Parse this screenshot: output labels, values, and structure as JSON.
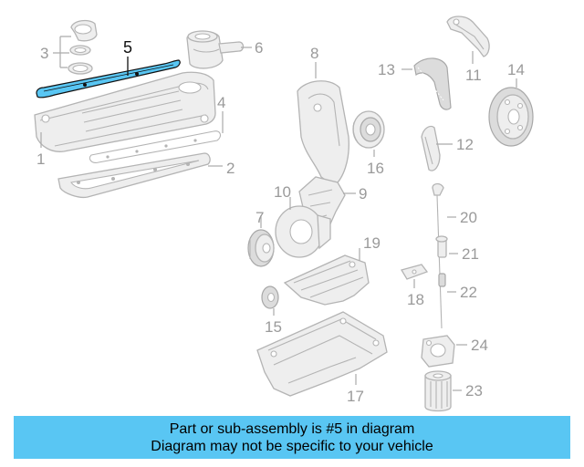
{
  "diagram": {
    "callouts": {
      "c1": "1",
      "c2": "2",
      "c3": "3",
      "c4": "4",
      "c5": "5",
      "c6": "6",
      "c7": "7",
      "c8": "8",
      "c9": "9",
      "c10": "10",
      "c11": "11",
      "c12": "12",
      "c13": "13",
      "c14": "14",
      "c15": "15",
      "c16": "16",
      "c17": "17",
      "c18": "18",
      "c19": "19",
      "c20": "20",
      "c21": "21",
      "c22": "22",
      "c23": "23",
      "c24": "24"
    },
    "highlighted_part": "5",
    "highlight_color": "#59c6f3",
    "part_color": "#b4b4b4"
  },
  "banner": {
    "line1": "Part or sub-assembly is #5 in diagram",
    "line2": "Diagram may not be specific to your vehicle",
    "background": "#59c6f3"
  }
}
